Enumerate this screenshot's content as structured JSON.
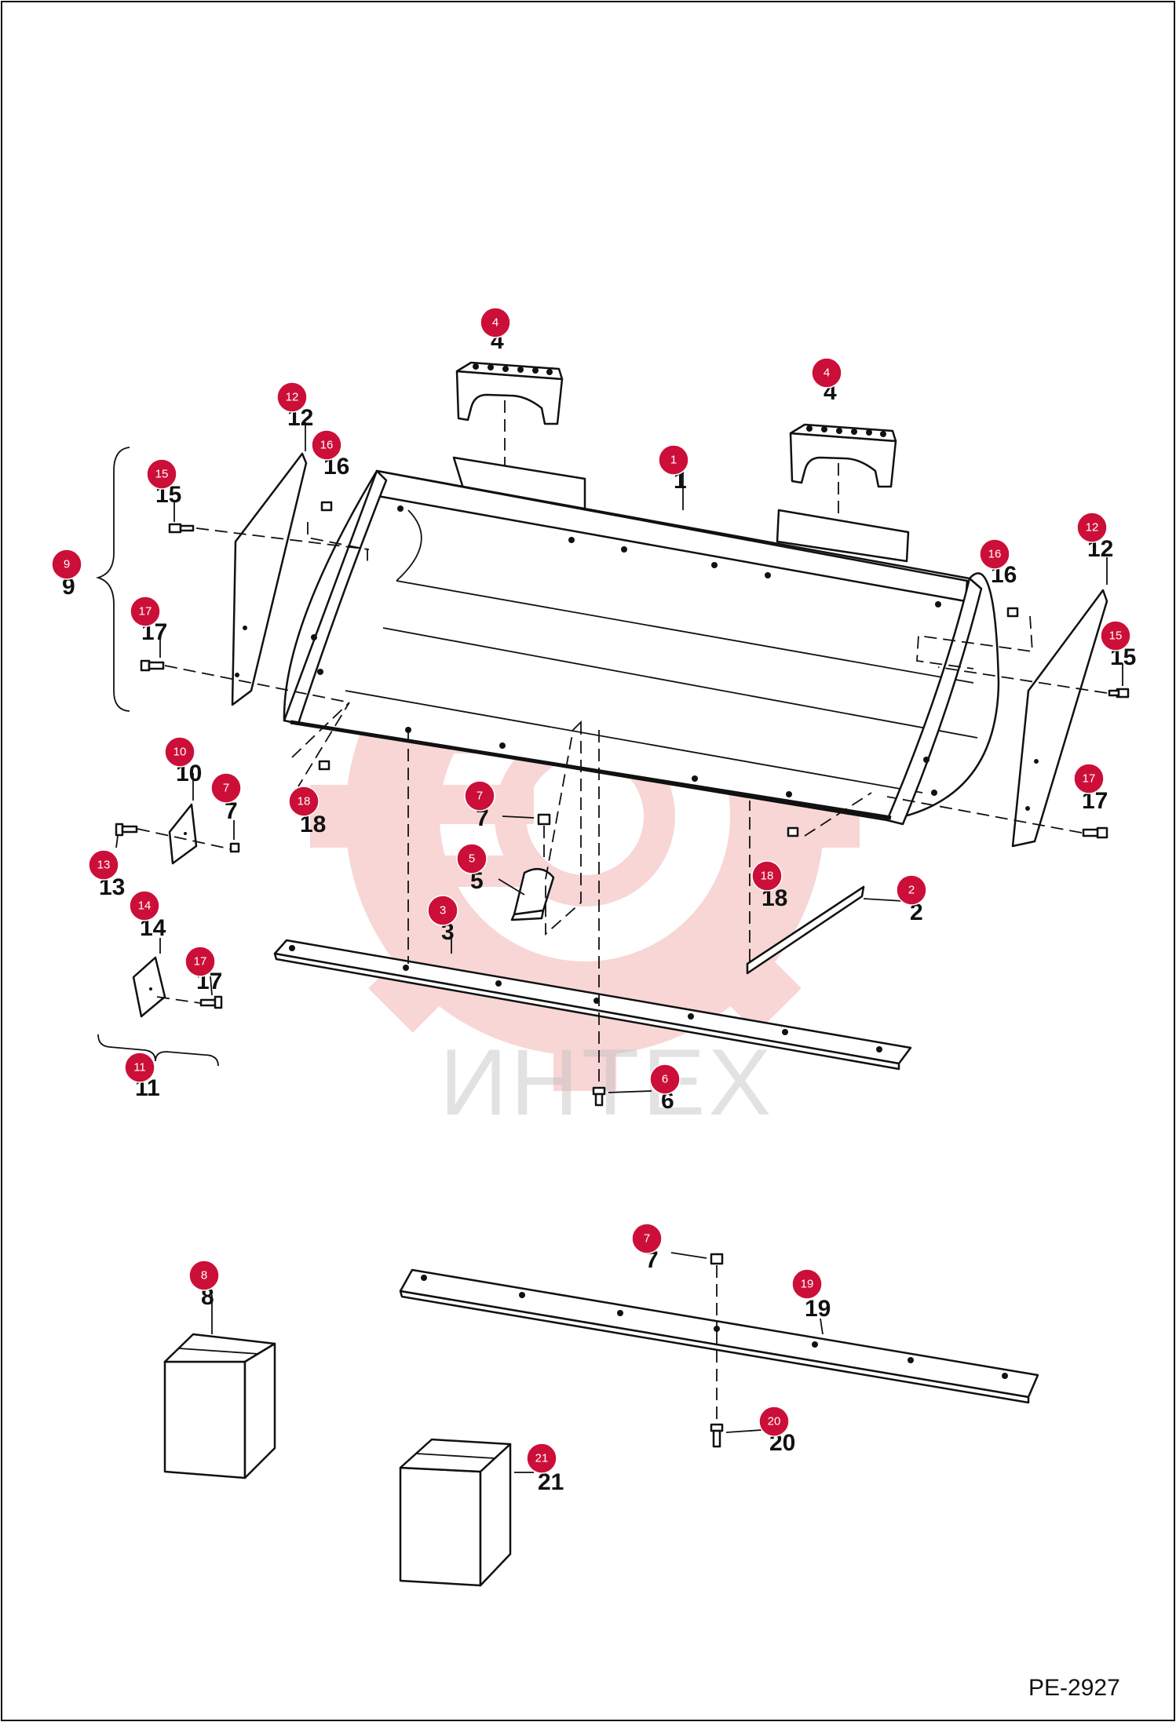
{
  "drawing": {
    "code": "PE-2927",
    "watermark": {
      "text": "ИНТЕХ",
      "color": "#f2b5b5"
    },
    "badge_color": "#cc0f38",
    "callouts": [
      {
        "id": "c4a",
        "number": "4",
        "label": "4",
        "badge": "4"
      },
      {
        "id": "c4b",
        "number": "4",
        "label": "4",
        "badge": "4"
      },
      {
        "id": "c1",
        "number": "1",
        "label": "1",
        "badge": "1"
      },
      {
        "id": "c12a",
        "number": "12",
        "label": "12",
        "badge": "12"
      },
      {
        "id": "c12b",
        "number": "12",
        "label": "12",
        "badge": "12"
      },
      {
        "id": "c16a",
        "number": "16",
        "label": "16",
        "badge": "16"
      },
      {
        "id": "c16b",
        "number": "16",
        "label": "16",
        "badge": "16"
      },
      {
        "id": "c15a",
        "number": "15",
        "label": "15",
        "badge": "15"
      },
      {
        "id": "c15b",
        "number": "15",
        "label": "15",
        "badge": "15"
      },
      {
        "id": "c9",
        "number": "9",
        "label": "9",
        "badge": "9"
      },
      {
        "id": "c17a",
        "number": "17",
        "label": "17",
        "badge": "17"
      },
      {
        "id": "c17b",
        "number": "17",
        "label": "17",
        "badge": "17"
      },
      {
        "id": "c17c",
        "number": "17",
        "label": "17",
        "badge": "17"
      },
      {
        "id": "c10",
        "number": "10",
        "label": "10",
        "badge": "10"
      },
      {
        "id": "c7a",
        "number": "7",
        "label": "7",
        "badge": "7"
      },
      {
        "id": "c7b",
        "number": "7",
        "label": "7",
        "badge": "7"
      },
      {
        "id": "c7c",
        "number": "7",
        "label": "7",
        "badge": "7"
      },
      {
        "id": "c13",
        "number": "13",
        "label": "13",
        "badge": "13"
      },
      {
        "id": "c18a",
        "number": "18",
        "label": "18",
        "badge": "18"
      },
      {
        "id": "c18b",
        "number": "18",
        "label": "18",
        "badge": "18"
      },
      {
        "id": "c5",
        "number": "5",
        "label": "5",
        "badge": "5"
      },
      {
        "id": "c3",
        "number": "3",
        "label": "3",
        "badge": "3"
      },
      {
        "id": "c2",
        "number": "2",
        "label": "2",
        "badge": "2"
      },
      {
        "id": "c14",
        "number": "14",
        "label": "14",
        "badge": "14"
      },
      {
        "id": "c11",
        "number": "11",
        "label": "11",
        "badge": "11"
      },
      {
        "id": "c6",
        "number": "6",
        "label": "6",
        "badge": "6"
      },
      {
        "id": "c8",
        "number": "8",
        "label": "8",
        "badge": "8"
      },
      {
        "id": "c19",
        "number": "19",
        "label": "19",
        "badge": "19"
      },
      {
        "id": "c20",
        "number": "20",
        "label": "20",
        "badge": "20"
      },
      {
        "id": "c21",
        "number": "21",
        "label": "21",
        "badge": "21"
      }
    ]
  }
}
